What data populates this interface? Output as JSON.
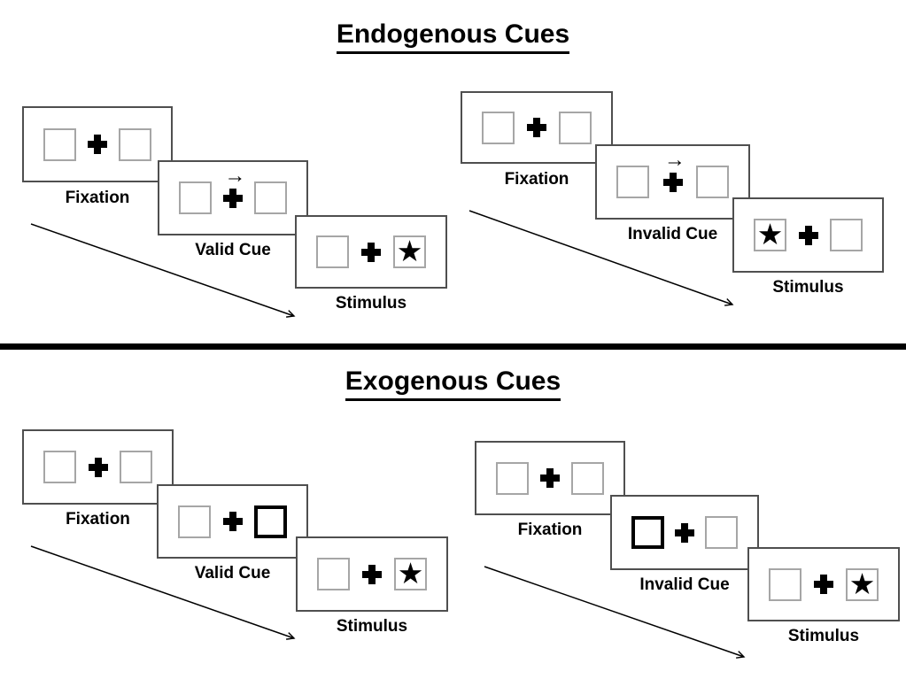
{
  "glyphs": {
    "star": "★",
    "cue_arrow": "→"
  },
  "colors": {
    "background": "#ffffff",
    "panel_border": "#4f4f4f",
    "box_border": "#a6a6a6",
    "cue_highlight_border": "#000000",
    "text": "#000000",
    "divider": "#000000"
  },
  "sections": [
    {
      "title": "Endogenous Cues",
      "trials": [
        {
          "name": "valid",
          "cue_type": "central-arrow-right",
          "stimulus_star_side": "right",
          "panels": [
            {
              "label": "Fixation"
            },
            {
              "label": "Valid Cue"
            },
            {
              "label": "Stimulus"
            }
          ]
        },
        {
          "name": "invalid",
          "cue_type": "central-arrow-right",
          "stimulus_star_side": "left",
          "panels": [
            {
              "label": "Fixation"
            },
            {
              "label": "Invalid Cue"
            },
            {
              "label": "Stimulus"
            }
          ]
        }
      ]
    },
    {
      "title": "Exogenous Cues",
      "trials": [
        {
          "name": "valid",
          "cue_type": "highlight-right-box",
          "stimulus_star_side": "right",
          "panels": [
            {
              "label": "Fixation"
            },
            {
              "label": "Valid Cue"
            },
            {
              "label": "Stimulus"
            }
          ]
        },
        {
          "name": "invalid",
          "cue_type": "highlight-left-box",
          "stimulus_star_side": "right",
          "panels": [
            {
              "label": "Fixation"
            },
            {
              "label": "Invalid Cue"
            },
            {
              "label": "Stimulus"
            }
          ]
        }
      ]
    }
  ]
}
